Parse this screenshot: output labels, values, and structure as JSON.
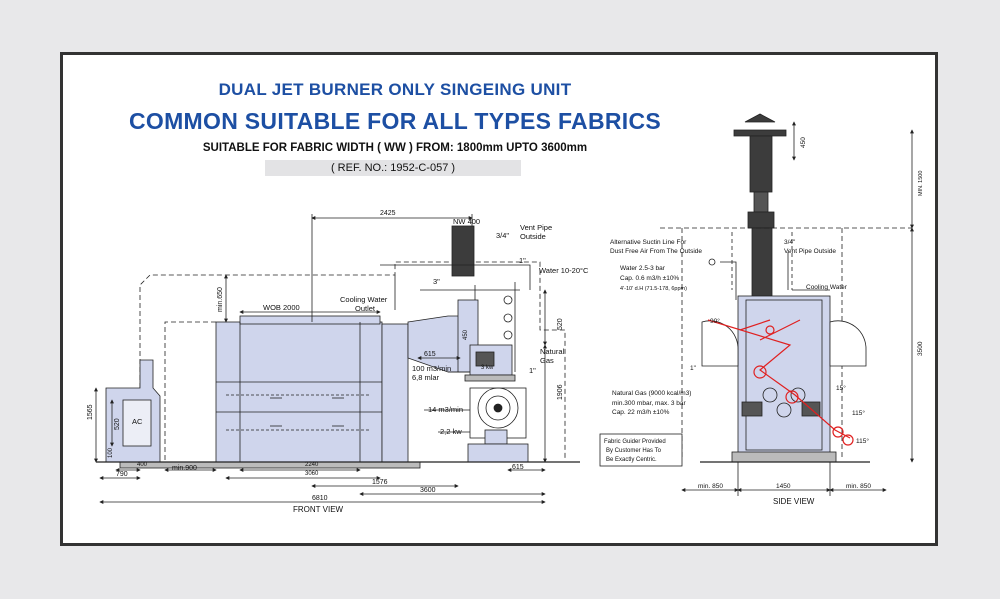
{
  "header": {
    "title": "DUAL JET BURNER ONLY SINGEING UNIT",
    "subtitle": "COMMON SUITABLE FOR ALL TYPES FABRICS",
    "fabric_width": "SUITABLE FOR FABRIC WIDTH ( WW ) FROM: 1800mm UPTO 3600mm",
    "ref_no": "( REF. NO.: 1952-C-057 )"
  },
  "front_view": {
    "caption": "FRONT VIEW",
    "labels": {
      "nw400": "NW 400",
      "vent_pipe": "Vent Pipe",
      "outside": "Outside",
      "pipe_34": "3/4\"",
      "water": "Water 10-20°C",
      "pipe_1a": "1\"",
      "pipe_3": "3\"",
      "cooling1": "Cooling Water",
      "cooling2": "Outlet",
      "wob": "WOB 2000",
      "natural1": "Natural",
      "natural2": "Gas",
      "pipe_1b": "1\"",
      "flow100": "100 m3/min",
      "kw68": "6,8 mlar",
      "kw3": "3 kw",
      "flow14": "14 m3/min",
      "kw22": "2,2 kw",
      "ac": "AC"
    },
    "dims": {
      "d2425": "2425",
      "d650": "min.650",
      "d520": "520",
      "d1906": "1906",
      "d450": "450",
      "d615a": "615",
      "d1565": "1565",
      "d520b": "520",
      "d100": "100",
      "d400": "400",
      "d790": "790",
      "dmin900": "min.900",
      "d2240": "2240",
      "d3060": "3060",
      "d615b": "615",
      "d1576": "1576",
      "d3600": "3600",
      "d6810": "6810"
    }
  },
  "side_view": {
    "caption": "SIDE VIEW",
    "labels": {
      "alt1": "Alternative Suctin Line For",
      "alt2": "Dust Free Air From The Outside",
      "vent34": "3/4\"",
      "vent_pipe": "Vent Pipe Outside",
      "water1": "Water 2.5-3 bar",
      "water2": "Cap. 0.6 m3/h ±10%",
      "water3": "4'-10' d.H (71.5-178, 6ppm)",
      "cooling": "Cooling Water",
      "deg90": "90°",
      "pipe1": "1\"",
      "gas1": "Natural Gas (9000 kcal/m3)",
      "gas2": "min.300 mbar, max. 3 bar",
      "gas3": "Cap. 22 m3/h ±10%",
      "deg15": "15°",
      "deg115a": "115°",
      "deg115b": "115°",
      "guider1": "Fabric Guider Provided",
      "guider2": "By Customer Has To",
      "guider3": "Be Exactly Centric."
    },
    "dims": {
      "d450": "450",
      "d1500": "MIN. 1500",
      "d3500": "3500",
      "dmin850a": "min. 850",
      "d1450": "1450",
      "dmin850b": "min. 850"
    }
  },
  "colors": {
    "accent": "#1d4fa3",
    "machine_fill": "#cfd5ec",
    "line": "#222222",
    "red_path": "#e02020"
  }
}
